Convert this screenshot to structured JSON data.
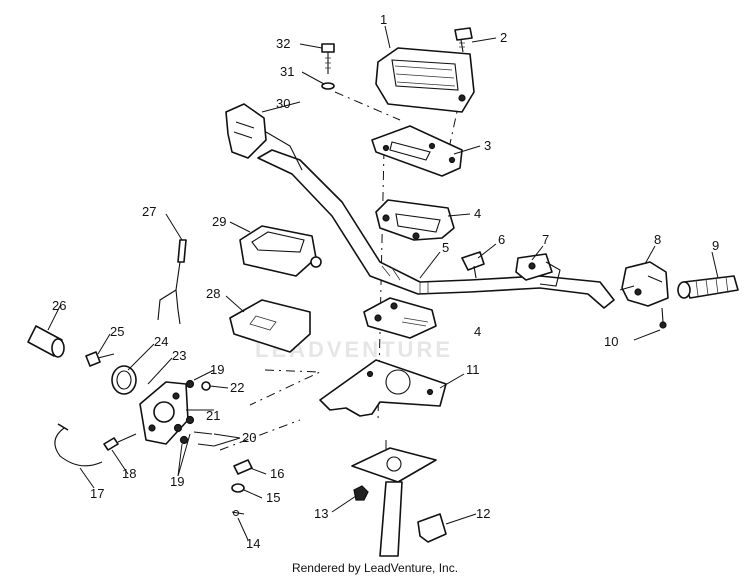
{
  "watermark": "LEADVENTURE",
  "footer": "Rendered by LeadVenture, Inc.",
  "callouts": {
    "c1": "1",
    "c2": "2",
    "c3": "3",
    "c4a": "4",
    "c4b": "4",
    "c5": "5",
    "c6": "6",
    "c7": "7",
    "c8": "8",
    "c9": "9",
    "c10": "10",
    "c11": "11",
    "c12": "12",
    "c13": "13",
    "c14": "14",
    "c15": "15",
    "c16": "16",
    "c17": "17",
    "c18": "18",
    "c19a": "19",
    "c19b": "19",
    "c20": "20",
    "c21": "21",
    "c22": "22",
    "c23": "23",
    "c24": "24",
    "c25": "25",
    "c26": "26",
    "c27": "27",
    "c28": "28",
    "c29": "29",
    "c30": "30",
    "c31": "31",
    "c32": "32"
  }
}
